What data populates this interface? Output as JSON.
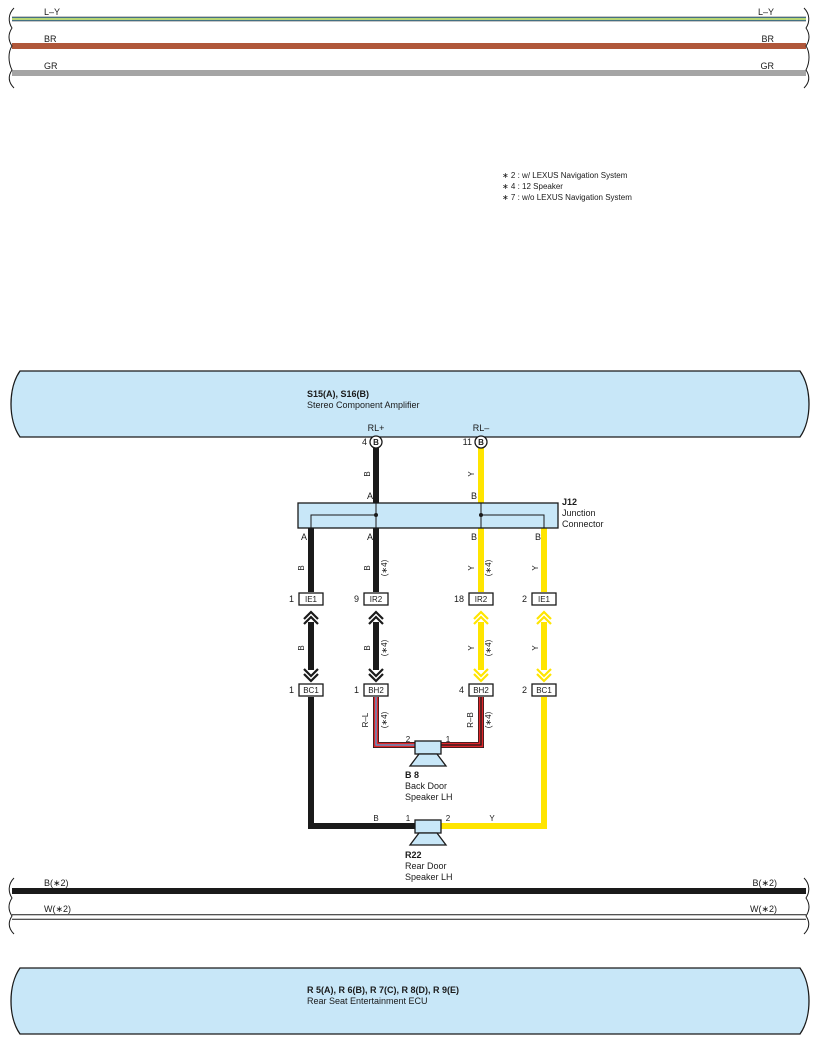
{
  "colors": {
    "ecu_fill": "#c8e7f8",
    "wire_black": "#1a1a1a",
    "wire_yellow": "#ffe500",
    "wire_brown": "#b0573a",
    "wire_gray": "#a5a5a5",
    "wire_red": "#e0262a",
    "wire_blue": "#4aa7df",
    "wire_light_blue": "#6fc6ec"
  },
  "top_bus": {
    "wires": [
      {
        "left_label": "L–Y",
        "right_label": "L–Y"
      },
      {
        "left_label": "BR",
        "right_label": "BR"
      },
      {
        "left_label": "GR",
        "right_label": "GR"
      }
    ]
  },
  "notes": [
    "∗ 2 : w/ LEXUS Navigation System",
    "∗ 4 : 12 Speaker",
    "∗ 7 : w/o LEXUS Navigation System"
  ],
  "amplifier": {
    "codes": "S15(A), S16(B)",
    "name": "Stereo Component Amplifier",
    "pin_rl_plus": {
      "signal": "RL+",
      "number": "4",
      "connector": "B"
    },
    "pin_rl_minus": {
      "signal": "RL–",
      "number": "11",
      "connector": "B"
    }
  },
  "junction": {
    "code": "J12",
    "name_line1": "Junction",
    "name_line2": "Connector",
    "top_letters": [
      "A",
      "B"
    ],
    "bottom_letters": [
      "A",
      "A",
      "B",
      "B"
    ]
  },
  "wire_labels": {
    "amp_left": "B",
    "amp_right": "Y",
    "col1_upper": "B",
    "col2_upper": "B",
    "col3_upper": "Y",
    "col4_upper": "Y",
    "col1_mid": "B",
    "col2_mid": "B",
    "col3_mid": "Y",
    "col4_mid": "Y",
    "col2_lower": "R–L",
    "col3_lower": "R–B",
    "note_ref": "(∗4)",
    "bottom_left": "B",
    "bottom_right": "Y"
  },
  "connectors": {
    "c1_top": {
      "pin": "1",
      "name": "IE1"
    },
    "c2_top": {
      "pin": "9",
      "name": "IR2"
    },
    "c3_top": {
      "pin": "18",
      "name": "IR2"
    },
    "c4_top": {
      "pin": "2",
      "name": "IE1"
    },
    "c1_bot": {
      "pin": "1",
      "name": "BC1"
    },
    "c2_bot": {
      "pin": "1",
      "name": "BH2"
    },
    "c3_bot": {
      "pin": "4",
      "name": "BH2"
    },
    "c4_bot": {
      "pin": "2",
      "name": "BC1"
    }
  },
  "back_speaker": {
    "code": "B 8",
    "name_line1": "Back Door",
    "name_line2": "Speaker LH",
    "pin_left": "2",
    "pin_right": "1"
  },
  "rear_speaker": {
    "code": "R22",
    "name_line1": "Rear Door",
    "name_line2": "Speaker LH",
    "pin_left": "1",
    "pin_right": "2"
  },
  "bottom_bus": {
    "wires": [
      {
        "left_label": "B(∗2)",
        "right_label": "B(∗2)"
      },
      {
        "left_label": "W(∗2)",
        "right_label": "W(∗2)"
      }
    ]
  },
  "ecu": {
    "codes": "R 5(A), R 6(B), R 7(C), R 8(D), R 9(E)",
    "name": "Rear Seat Entertainment ECU"
  }
}
